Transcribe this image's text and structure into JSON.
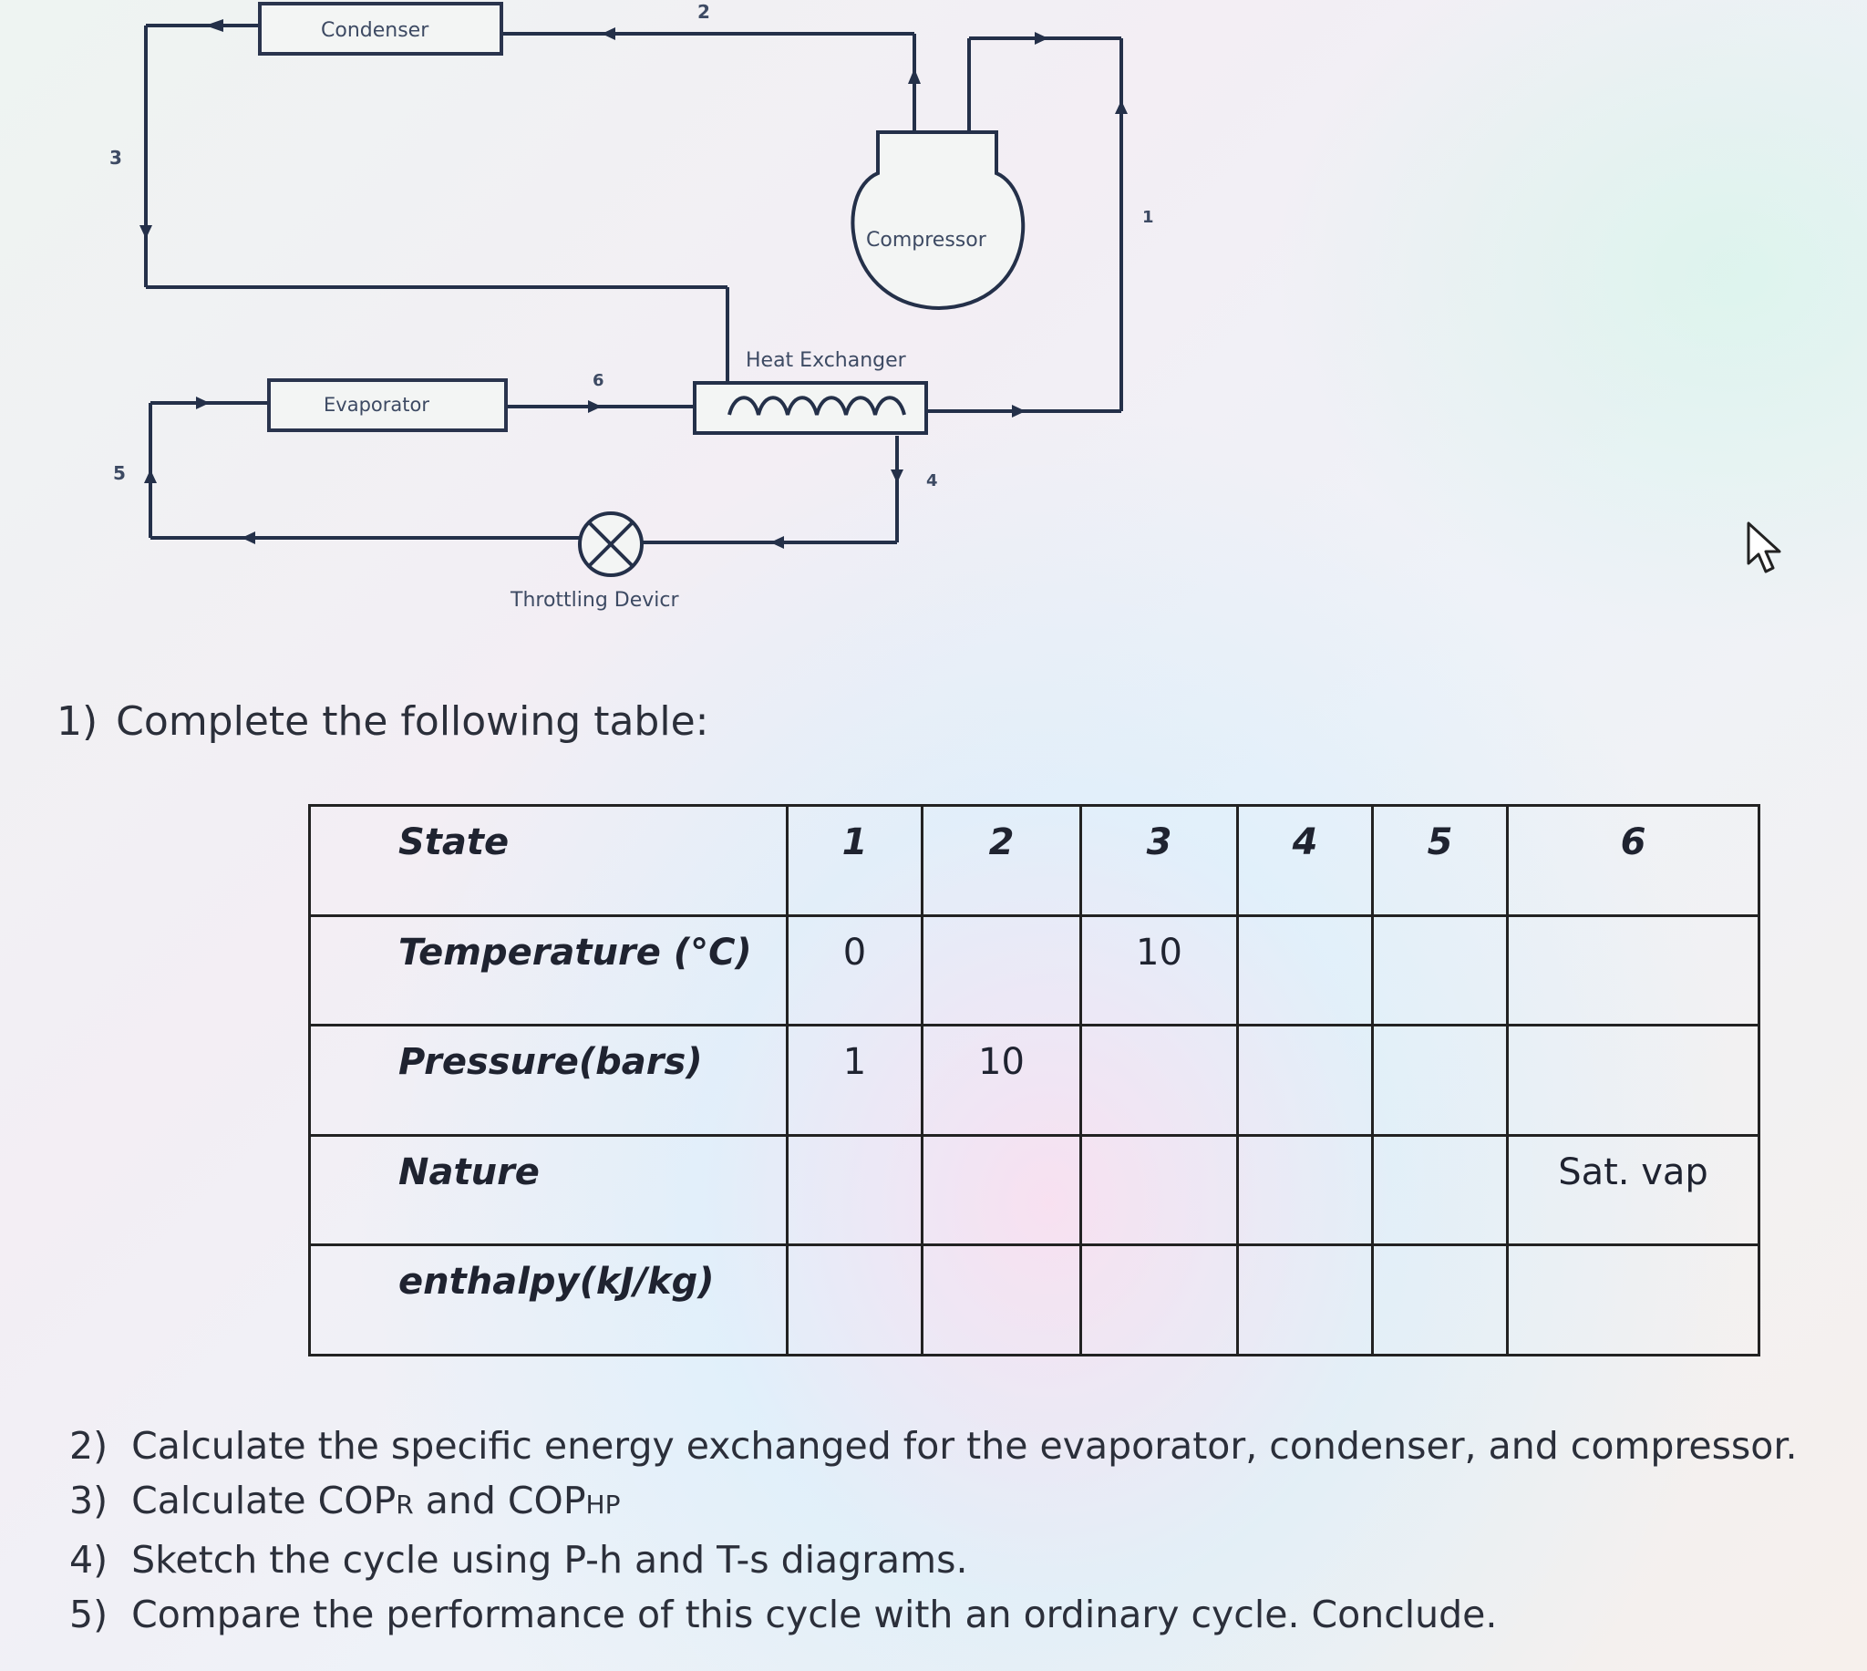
{
  "diagram": {
    "labels": {
      "condenser": "Condenser",
      "compressor": "Compressor",
      "heat_exchanger": "Heat Exchanger",
      "evaporator": "Evaporator",
      "throttling": "Throttling Devicr"
    },
    "states": {
      "s1": "1",
      "s2": "2",
      "s3": "3",
      "s4": "4",
      "s5": "5",
      "s6": "6"
    }
  },
  "question1": {
    "number": "1)",
    "text": "Complete the following table:"
  },
  "table": {
    "header": {
      "label": "State",
      "cols": [
        "1",
        "2",
        "3",
        "4",
        "5",
        "6"
      ]
    },
    "rows": [
      {
        "label": "Temperature (°C)",
        "cells": [
          "0",
          "",
          "10",
          "",
          "",
          ""
        ]
      },
      {
        "label": "Pressure(bars)",
        "cells": [
          "1",
          "10",
          "",
          "",
          "",
          ""
        ]
      },
      {
        "label": "Nature",
        "cells": [
          "",
          "",
          "",
          "",
          "",
          "Sat. vap"
        ]
      },
      {
        "label": "enthalpy(kJ/kg)",
        "cells": [
          "",
          "",
          "",
          "",
          "",
          ""
        ]
      }
    ]
  },
  "questions": [
    {
      "number": "2)",
      "text": "Calculate the specific energy exchanged for the evaporator, condenser, and compressor."
    },
    {
      "number": "3)",
      "pre": "Calculate COP",
      "sub1": "R",
      "mid": " and COP",
      "sub2": "HP"
    },
    {
      "number": "4)",
      "text": "Sketch the cycle using P-h and T-s diagrams."
    },
    {
      "number": "5)",
      "text": "Compare the performance of this cycle with an ordinary cycle. Conclude."
    }
  ],
  "icons": {
    "cursor": "mouse-pointer-icon",
    "valve": "throttling-valve-icon",
    "coil": "heat-exchanger-coil-icon"
  }
}
